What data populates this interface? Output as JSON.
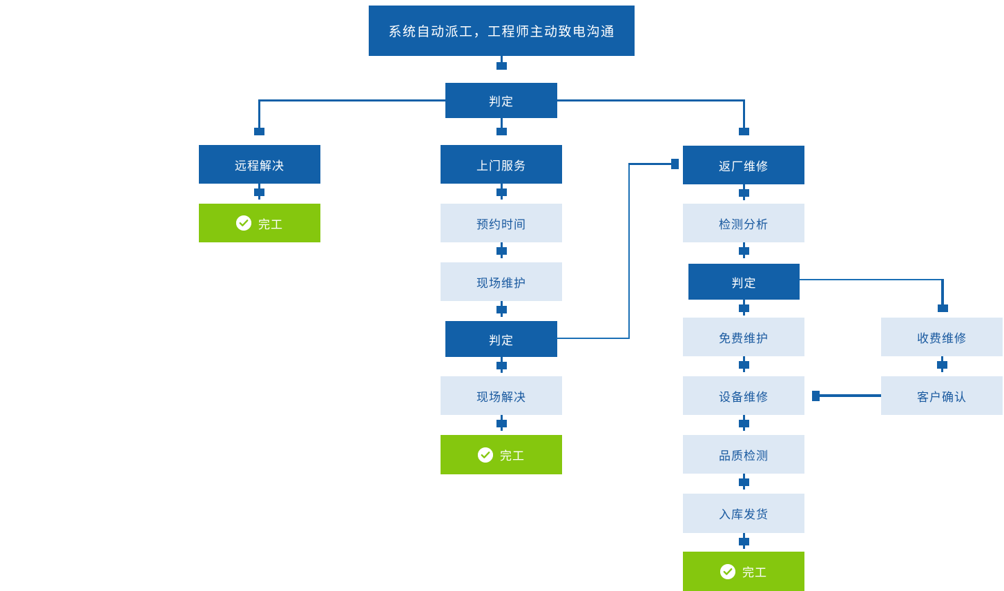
{
  "diagram": {
    "title": "系统自动派工，工程师主动致电沟通",
    "colors": {
      "blue": "#1260a8",
      "light_blue_bg": "#dde8f4",
      "light_blue_text": "#19599f",
      "green": "#85c70e",
      "white": "#ffffff"
    },
    "nodes": {
      "root": "系统自动派工，工程师主动致电沟通",
      "decision_top": "判定",
      "remote": "远程解决",
      "remote_done": "完工",
      "onsite": "上门服务",
      "onsite_schedule": "预约时间",
      "onsite_maintain": "现场维护",
      "onsite_decision": "判定",
      "onsite_resolved": "现场解决",
      "onsite_done": "完工",
      "factory": "返厂维修",
      "factory_inspect": "检测分析",
      "factory_decision": "判定",
      "free_service": "免费维护",
      "paid_service": "收费维修",
      "equipment_repair": "设备维修",
      "customer_confirm": "客户确认",
      "quality_check": "品质检测",
      "stock_ship": "入库发货",
      "factory_done": "完工"
    },
    "icons": {
      "check": "check-circle-icon"
    }
  }
}
